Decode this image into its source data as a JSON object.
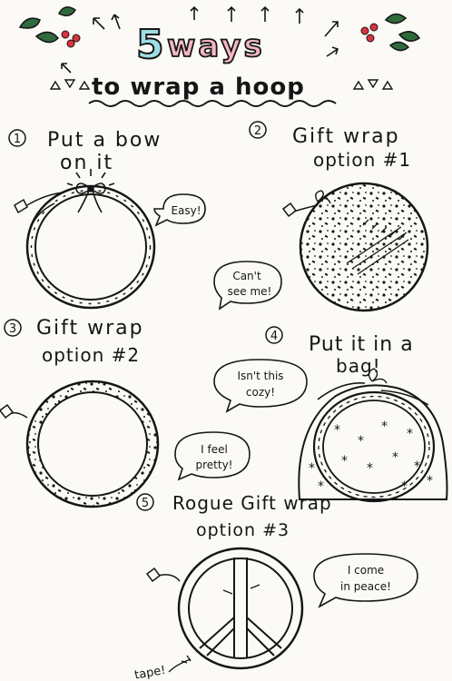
{
  "title": {
    "number": "5",
    "word": "ways",
    "subtitle": "to wrap a hoop"
  },
  "steps": [
    {
      "num": "1",
      "line1": "Put a bow",
      "line2": "on it",
      "bubble": "Easy!"
    },
    {
      "num": "2",
      "line1": "Gift wrap",
      "line2": "option #1",
      "bubble_line1": "Can't",
      "bubble_line2": "see me!"
    },
    {
      "num": "3",
      "line1": "Gift wrap",
      "line2": "option #2",
      "bubble_line1": "I feel",
      "bubble_line2": "pretty!"
    },
    {
      "num": "4",
      "line1": "Put it in a",
      "line2": "bag!",
      "bubble_line1": "Isn't this",
      "bubble_line2": "cozy!"
    },
    {
      "num": "5",
      "line1": "Rogue Gift wrap",
      "line2": "option #3",
      "bubble_line1": "I come",
      "bubble_line2": "in peace!",
      "note": "tape!"
    }
  ],
  "colors": {
    "ink": "#161616",
    "number_fill": "#9fdde6",
    "ways_fill": "#f3b6c6",
    "holly_leaf": "#2f6b3a",
    "holly_berry": "#d8323f"
  },
  "icons": [
    "holly-icon",
    "arrow-icon",
    "triangle-icon",
    "wavy-underline-icon"
  ]
}
